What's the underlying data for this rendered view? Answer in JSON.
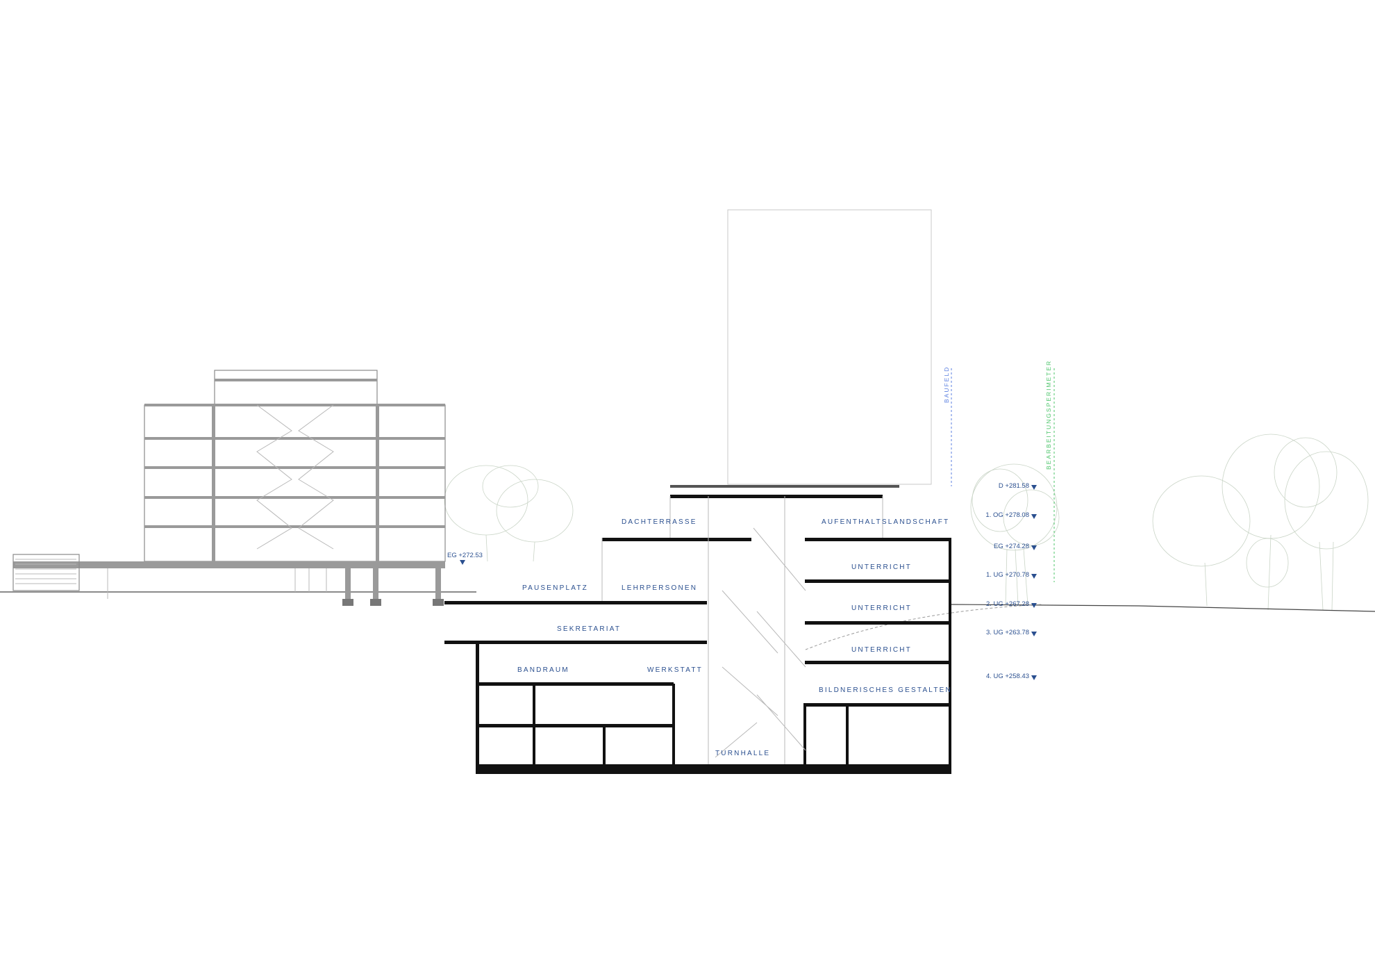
{
  "rooms": {
    "dachterrasse": "DACHTERRASSE",
    "aufenthaltslandschaft": "AUFENTHALTSLANDSCHAFT",
    "unterricht_1": "UNTERRICHT",
    "unterricht_2": "UNTERRICHT",
    "unterricht_3": "UNTERRICHT",
    "pausenplatz": "PAUSENPLATZ",
    "lehrpersonen": "LEHRPERSONEN",
    "sekretariat": "SEKRETARIAT",
    "bandraum": "BANDRAUM",
    "werkstatt": "WERKSTATT",
    "bildnerisches_gestalten": "BILDNERISCHES GESTALTEN",
    "turnhalle": "TURNHALLE"
  },
  "entrance_level": "EG +272.53",
  "levels": [
    {
      "label": "D +281.58"
    },
    {
      "label": "1. OG +278.08"
    },
    {
      "label": "EG +274.28"
    },
    {
      "label": "1. UG +270.78"
    },
    {
      "label": "2. UG +267.28"
    },
    {
      "label": "3. UG +263.78"
    },
    {
      "label": "4. UG +258.43"
    }
  ],
  "boundaries": {
    "baufeld": "BAUFELD",
    "bearbeitungsperimeter": "BEARBEITUNGSPERIMETER"
  },
  "colors": {
    "label_blue": "#2a4f8f",
    "baufeld_blue": "#5b7fe0",
    "perimeter_green": "#4cc46a"
  }
}
